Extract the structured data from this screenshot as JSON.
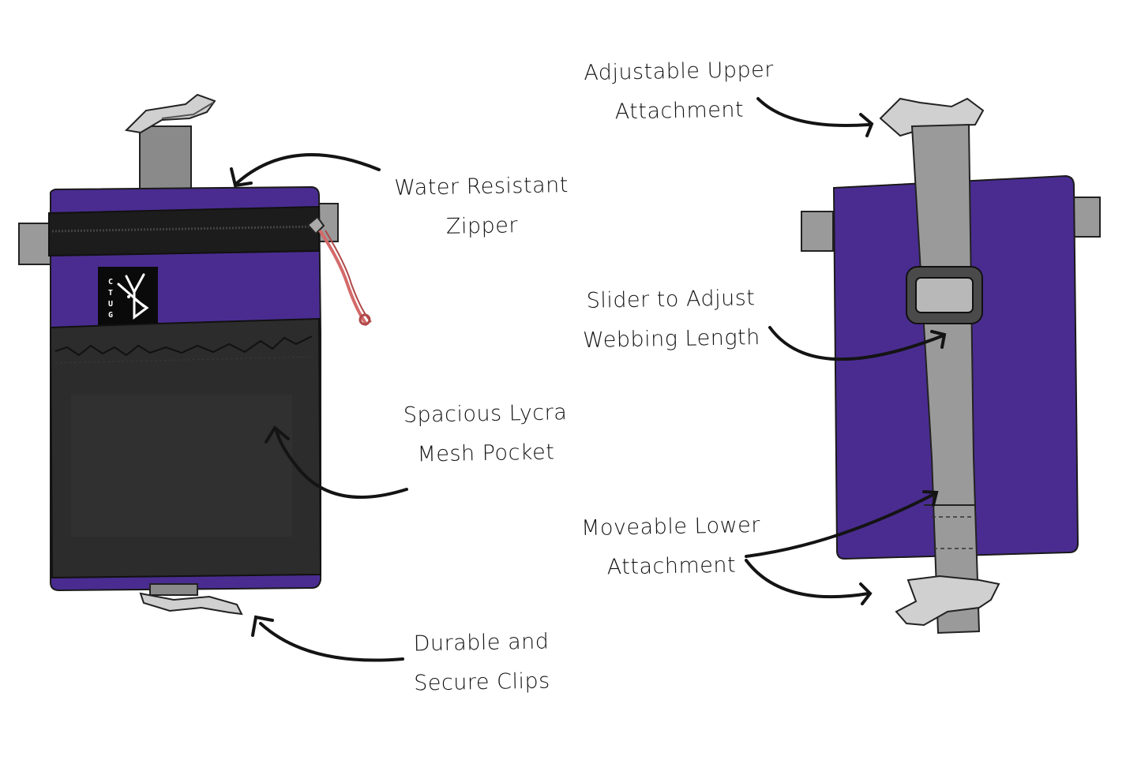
{
  "colors": {
    "bag_purple": "#4a2c91",
    "mesh_black": "#2a2a2a",
    "webbing_gray": "#9a9a9a",
    "clip_gray": "#c8c8c8",
    "zipper_pull": "#d46a6a",
    "ink": "#141414"
  },
  "front_view": {
    "logo": {
      "letters": [
        "C",
        "T",
        "U",
        "G"
      ],
      "mark": "stick-figure-b-logo"
    },
    "labels": {
      "zipper": [
        "Water Resistant",
        "Zipper"
      ],
      "pocket": [
        "Spacious Lycra",
        "Mesh Pocket"
      ],
      "clips": [
        "Durable and",
        "Secure Clips"
      ]
    }
  },
  "back_view": {
    "labels": {
      "upper": [
        "Adjustable Upper",
        "Attachment"
      ],
      "slider": [
        "Slider to Adjust",
        "Webbing Length"
      ],
      "lower": [
        "Moveable Lower",
        "Attachment"
      ]
    }
  }
}
